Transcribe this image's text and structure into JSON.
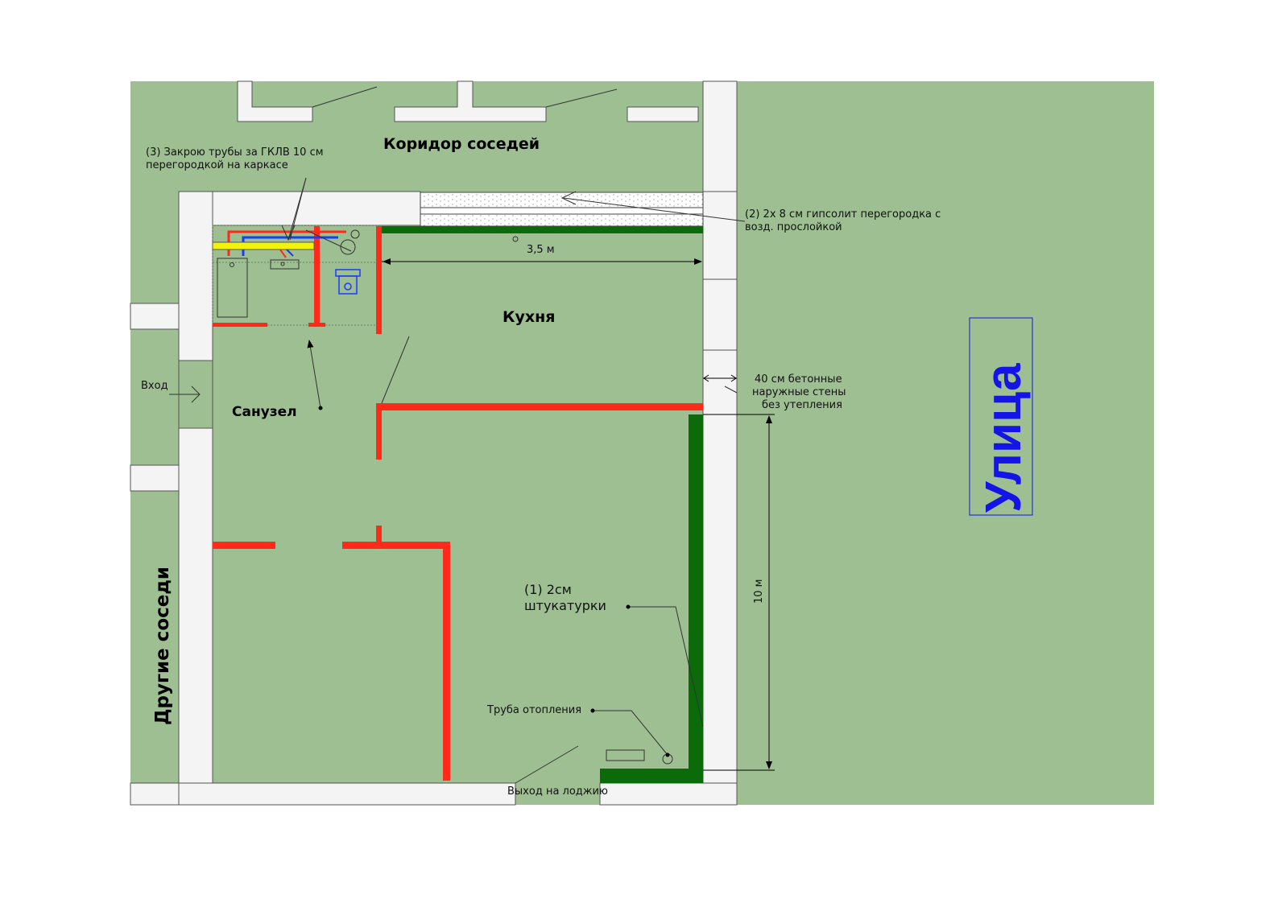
{
  "labels": {
    "corridor": "Коридор соседей",
    "kitchen": "Кухня",
    "bathroom": "Санузел",
    "other_neighbors": "Другие соседи",
    "street": "Улица",
    "entrance": "Вход",
    "loggia_exit": "Выход на лоджию",
    "heating_pipe": "Труба отопления"
  },
  "notes": {
    "pipes_line1": "(3) Закрою трубы за ГКЛВ 10 см",
    "pipes_line2": "перегородкой на каркасе",
    "partition_line1": "(2) 2х 8 см гипсолит перегородка с",
    "partition_line2": "возд. прослойкой",
    "walls_line1": "40 см бетонные",
    "walls_line2": "наружные стены",
    "walls_line3": "без утепления",
    "plaster_line1": "(1) 2см",
    "plaster_line2": "штукатурки"
  },
  "dimensions": {
    "width": "3,5 м",
    "length": "10 м"
  },
  "colors": {
    "ground": "#9dbf91",
    "wall": "#f4f4f4",
    "partition_red": "#ff2a1a",
    "plaster_green": "#0b6b0b",
    "pipe_blue": "#1a3cff",
    "pipe_yellow": "#f2f20a",
    "street_text": "#1414e6"
  }
}
